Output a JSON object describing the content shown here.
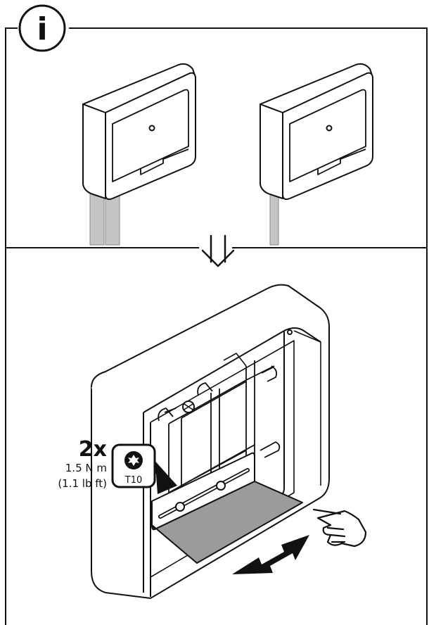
{
  "info_icon": {
    "glyph": "i",
    "name": "info-icon"
  },
  "step_arrow": {
    "name": "double-down-arrow-icon"
  },
  "annotation": {
    "count": "2x",
    "torque_metric": "1.5 N m",
    "torque_imperial": "(1.1 lb ft)",
    "tool": "T10",
    "tool_icon": "torx-bit-icon"
  },
  "colors": {
    "line": "#111111",
    "plate": "#9b9b9b",
    "cable": "#c4c4c4"
  }
}
